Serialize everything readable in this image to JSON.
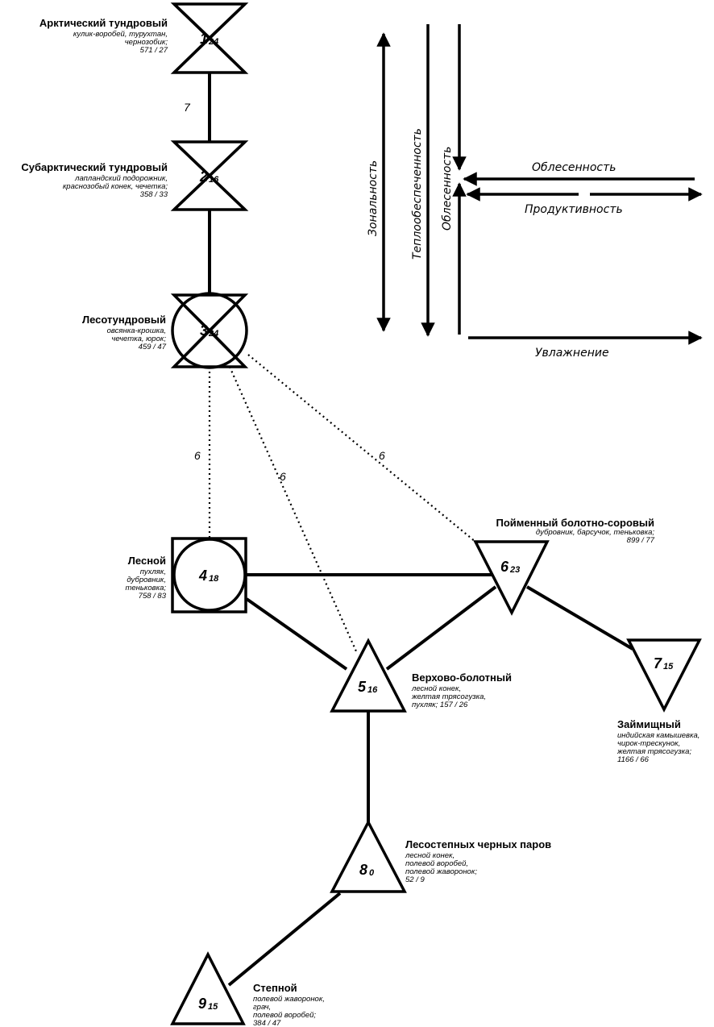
{
  "nodes": [
    {
      "id": "1",
      "number": "1",
      "subscript": "24",
      "shape": "hourglass",
      "title": "Арктический тундровый",
      "species": [
        "кулик-воробей, турухтан,",
        "чернозобик;",
        "571 / 27"
      ]
    },
    {
      "id": "2",
      "number": "2",
      "subscript": "16",
      "shape": "hourglass",
      "title": "Субарктический тундровый",
      "species": [
        "лапландский подорожник,",
        "краснозобый конек, чечетка;",
        "358 / 33"
      ]
    },
    {
      "id": "3",
      "number": "3",
      "subscript": "24",
      "shape": "hourglass-circle",
      "title": "Лесотундровый",
      "species": [
        "овсянка-крошка,",
        "чечетка, юрок;",
        "459 / 47"
      ]
    },
    {
      "id": "4",
      "number": "4",
      "subscript": "18",
      "shape": "square-circle",
      "title": "Лесной",
      "species": [
        "пухляк,",
        "дубровник,",
        "теньковка;",
        "758 / 83"
      ]
    },
    {
      "id": "5",
      "number": "5",
      "subscript": "16",
      "shape": "triangle-up",
      "title": "Верхово-болотный",
      "species": [
        "лесной конек,",
        "желтая трясогузка,",
        "пухляк; 157 / 26"
      ]
    },
    {
      "id": "6",
      "number": "6",
      "subscript": "23",
      "shape": "triangle-down",
      "title": "Пойменный болотно-соровый",
      "species": [
        "дубровник, барсучок, теньковка;",
        "899 / 77"
      ]
    },
    {
      "id": "7",
      "number": "7",
      "subscript": "15",
      "shape": "triangle-down",
      "title": "Займищный",
      "species": [
        "индийская камышевка,",
        "чирок-трескунок,",
        "желтая трясогузка;",
        "1166 / 66"
      ]
    },
    {
      "id": "8",
      "number": "8",
      "subscript": "0",
      "shape": "triangle-up",
      "title": "Лесостепных черных паров",
      "species": [
        "лесной конек,",
        "полевой воробей,",
        "полевой жаворонок;",
        "52 / 9"
      ]
    },
    {
      "id": "9",
      "number": "9",
      "subscript": "15",
      "shape": "triangle-up",
      "title": "Степной",
      "species": [
        "полевой жаворонок,",
        "грач,",
        "полевой воробей;",
        "384 / 47"
      ]
    }
  ],
  "edges": [
    {
      "from": "1",
      "to": "2",
      "style": "solid",
      "label": "7"
    },
    {
      "from": "2",
      "to": "3",
      "style": "solid",
      "label": ""
    },
    {
      "from": "3",
      "to": "4",
      "style": "dotted",
      "label": "6"
    },
    {
      "from": "3",
      "to": "5",
      "style": "dotted",
      "label": "6"
    },
    {
      "from": "3",
      "to": "6",
      "style": "dotted",
      "label": "6"
    },
    {
      "from": "4",
      "to": "6",
      "style": "solid",
      "label": ""
    },
    {
      "from": "4",
      "to": "5",
      "style": "solid",
      "label": ""
    },
    {
      "from": "5",
      "to": "6",
      "style": "solid",
      "label": ""
    },
    {
      "from": "6",
      "to": "7",
      "style": "solid",
      "label": ""
    },
    {
      "from": "5",
      "to": "8",
      "style": "solid",
      "label": ""
    },
    {
      "from": "8",
      "to": "9",
      "style": "solid",
      "label": ""
    }
  ],
  "legend": {
    "zonality": "Зональность",
    "heat_supply": "Теплообеспеченность",
    "forestation_vertical": "Облесенность",
    "forestation_horizontal": "Облесенность",
    "productivity": "Продуктивность",
    "moistening": "Увлажнение"
  },
  "colors": {
    "stroke": "#000000",
    "background": "#ffffff"
  }
}
